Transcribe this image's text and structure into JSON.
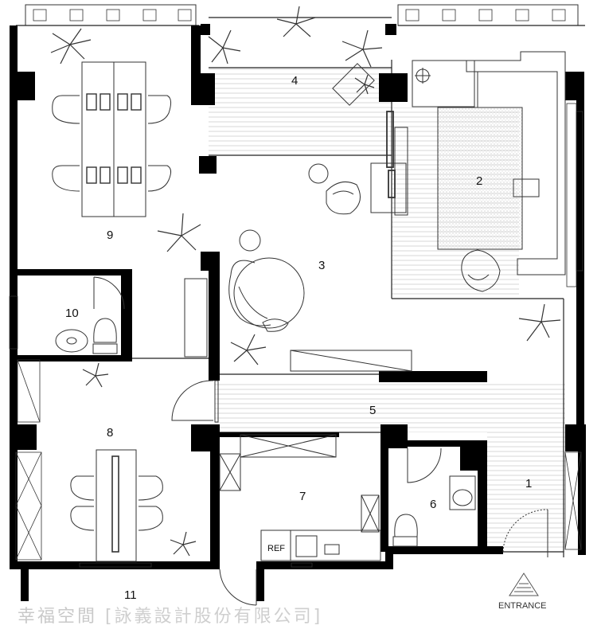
{
  "rooms": [
    {
      "id": "1",
      "label": "1"
    },
    {
      "id": "2",
      "label": "2"
    },
    {
      "id": "3",
      "label": "3"
    },
    {
      "id": "4",
      "label": "4"
    },
    {
      "id": "5",
      "label": "5"
    },
    {
      "id": "6",
      "label": "6"
    },
    {
      "id": "7",
      "label": "7"
    },
    {
      "id": "8",
      "label": "8"
    },
    {
      "id": "9",
      "label": "9"
    },
    {
      "id": "10",
      "label": "10"
    },
    {
      "id": "11",
      "label": "11"
    }
  ],
  "fixtures": {
    "fridge_label": "REF"
  },
  "entrance": {
    "label": "ENTRANCE"
  },
  "watermark": {
    "brand": "幸福空間",
    "company": "[詠義設計股份有限公司]"
  },
  "colors": {
    "wall": "#000000",
    "line": "#333333",
    "watermark": "#c9c9c9"
  }
}
